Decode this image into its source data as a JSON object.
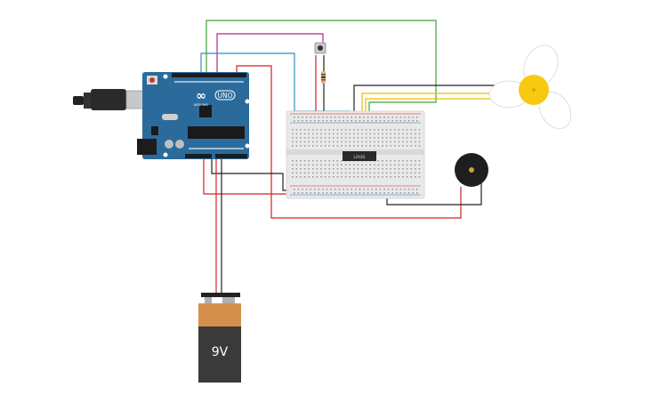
{
  "arduino": {
    "brand": "ARDUINO",
    "model": "UNO",
    "logo_symbol": "∞"
  },
  "breadboard": {
    "chip_label": "L293D"
  },
  "battery": {
    "label": "9V"
  },
  "colors": {
    "board_blue": "#2b6b9c",
    "wire_red": "#d22222",
    "wire_black": "#222222",
    "wire_green": "#3aa536",
    "wire_magenta": "#b3268f",
    "wire_cyan": "#2f8fbf",
    "wire_yellow": "#e6c000",
    "battery_top": "#d4904a",
    "battery_body": "#3a3a3a",
    "fan_hub": "#f7c911"
  }
}
